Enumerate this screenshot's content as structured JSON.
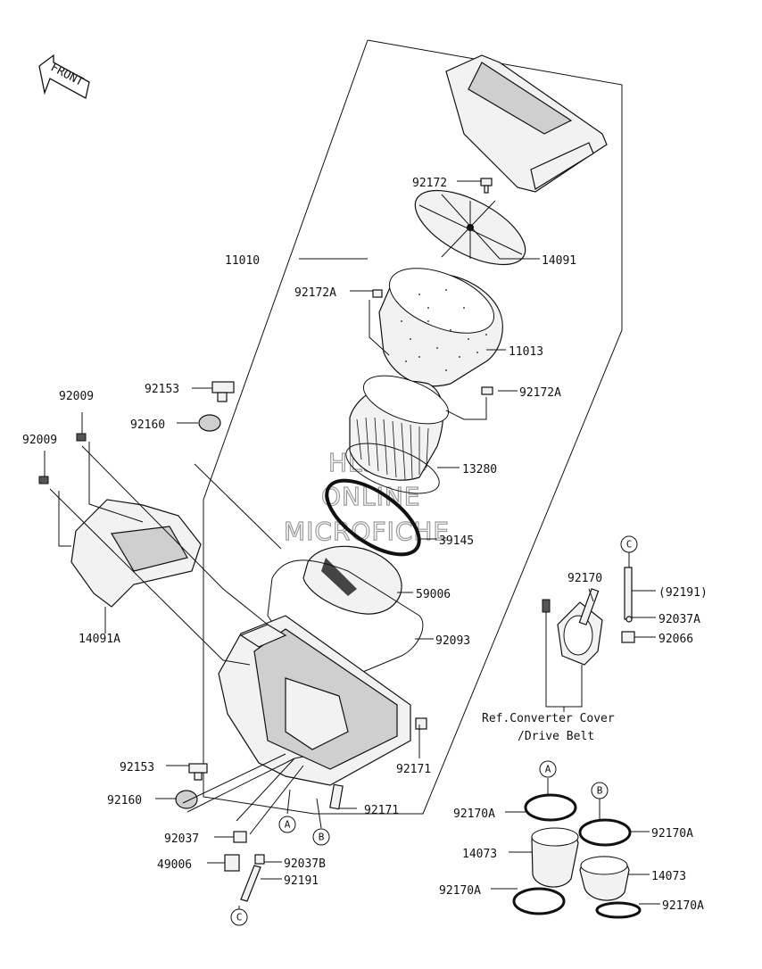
{
  "direction_marker": "FRONT",
  "watermark": [
    "HLSM/S",
    "ONLINE",
    "MICROFICHE"
  ],
  "part_labels": {
    "p11010": "11010",
    "p92172": "92172",
    "p14091": "14091",
    "p92172A_top": "92172A",
    "p11013": "11013",
    "p92153_top": "92153",
    "p92172A_mid": "92172A",
    "p92009_a": "92009",
    "p92160_top": "92160",
    "p92009_b": "92009",
    "p13280": "13280",
    "p39145": "39145",
    "p59006": "59006",
    "p14091A": "14091A",
    "p92093": "92093",
    "p92170": "92170",
    "p92191_paren": "(92191)",
    "p92037A": "92037A",
    "p92066": "92066",
    "p92171_a": "92171",
    "p92153_bot": "92153",
    "p92160_bot": "92160",
    "p92171_b": "92171",
    "p92037": "92037",
    "p49006": "49006",
    "p92037B": "92037B",
    "p92191": "92191",
    "p92170A_1": "92170A",
    "p92170A_2": "92170A",
    "p14073_1": "14073",
    "p14073_2": "14073",
    "p92170A_3": "92170A",
    "p92170A_4": "92170A"
  },
  "reference_note": [
    "Ref.Converter Cover",
    "/Drive Belt"
  ],
  "callouts": {
    "A1": "A",
    "B1": "B",
    "C1": "C",
    "A2": "A",
    "B2": "B",
    "C2": "C"
  }
}
